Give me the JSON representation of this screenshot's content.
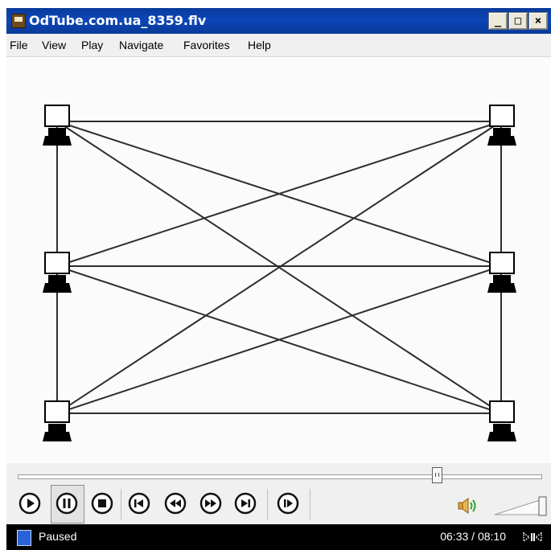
{
  "window": {
    "title": "OdTube.com.ua_8359.flv",
    "controls": [
      "minimize-icon",
      "maximize-icon",
      "close-icon"
    ]
  },
  "menu": {
    "items": [
      "File",
      "View",
      "Play",
      "Navigate",
      "Favorites",
      "Help"
    ]
  },
  "video": {
    "diagram": {
      "node_icon": "computer-terminal-icon",
      "node_count": 6,
      "layout": "two columns of three",
      "connections": "full mesh (every node connected to every other)"
    }
  },
  "playback": {
    "status": "Paused",
    "time": "06:33 / 08:10",
    "progress_fraction": 0.8
  },
  "controls": {
    "icons": [
      "play-icon",
      "pause-icon",
      "stop-icon",
      "previous-icon",
      "rewind-icon",
      "fast-forward-icon",
      "next-icon",
      "frame-step-icon",
      "volume-icon",
      "volume-slider"
    ],
    "volume_fraction": 1.0
  },
  "colors": {
    "titlebar": "#0d46b8",
    "statusbar": "#000000",
    "accent": "#1a1a1a"
  }
}
